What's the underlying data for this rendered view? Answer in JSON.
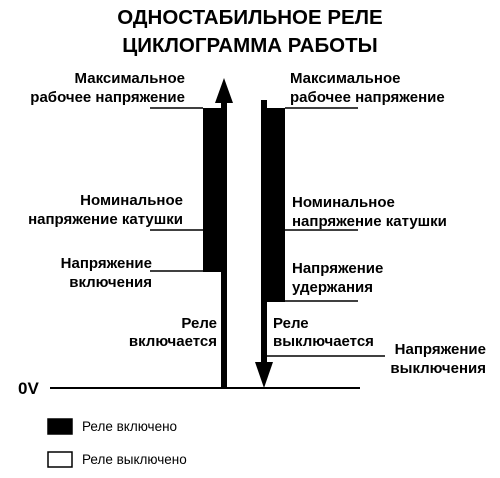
{
  "title": {
    "line1": "ОДНОСТАБИЛЬНОЕ РЕЛЕ",
    "line2": "ЦИКЛОГРАММА РАБОТЫ"
  },
  "zero_label": "0V",
  "left_panel": {
    "max_voltage": [
      "Максимальное",
      "рабочее напряжение"
    ],
    "nominal_voltage": [
      "Номинальное",
      "напряжение катушки"
    ],
    "pickup_voltage": [
      "Напряжение",
      "включения"
    ],
    "event": [
      "Реле",
      "включается"
    ]
  },
  "right_panel": {
    "max_voltage": [
      "Максимальное",
      "рабочее напряжение"
    ],
    "nominal_voltage": [
      "Номинальное",
      "напряжение катушки"
    ],
    "hold_voltage": [
      "Напряжение",
      "удержания"
    ],
    "event": [
      "Реле",
      "выключается"
    ],
    "release_voltage": [
      "Напряжение",
      "выключения"
    ]
  },
  "legend": {
    "on_label": "Реле включено",
    "off_label": "Реле выключено",
    "on_color": "#000000",
    "off_color": "#ffffff"
  }
}
